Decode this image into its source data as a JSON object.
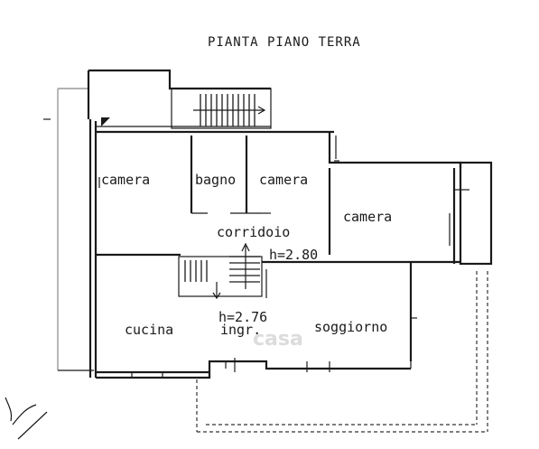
{
  "title": "PIANTA PIANO TERRA",
  "rooms": {
    "camera_1": "camera",
    "bagno": "bagno",
    "camera_2": "camera",
    "corridoio": "corridoio",
    "camera_3": "camera",
    "cucina": "cucina",
    "ingresso": "ingr.",
    "soggiorno": "soggiorno"
  },
  "heights": {
    "upper": "h=2.80",
    "lower": "h=2.76"
  },
  "watermark": "casa"
}
